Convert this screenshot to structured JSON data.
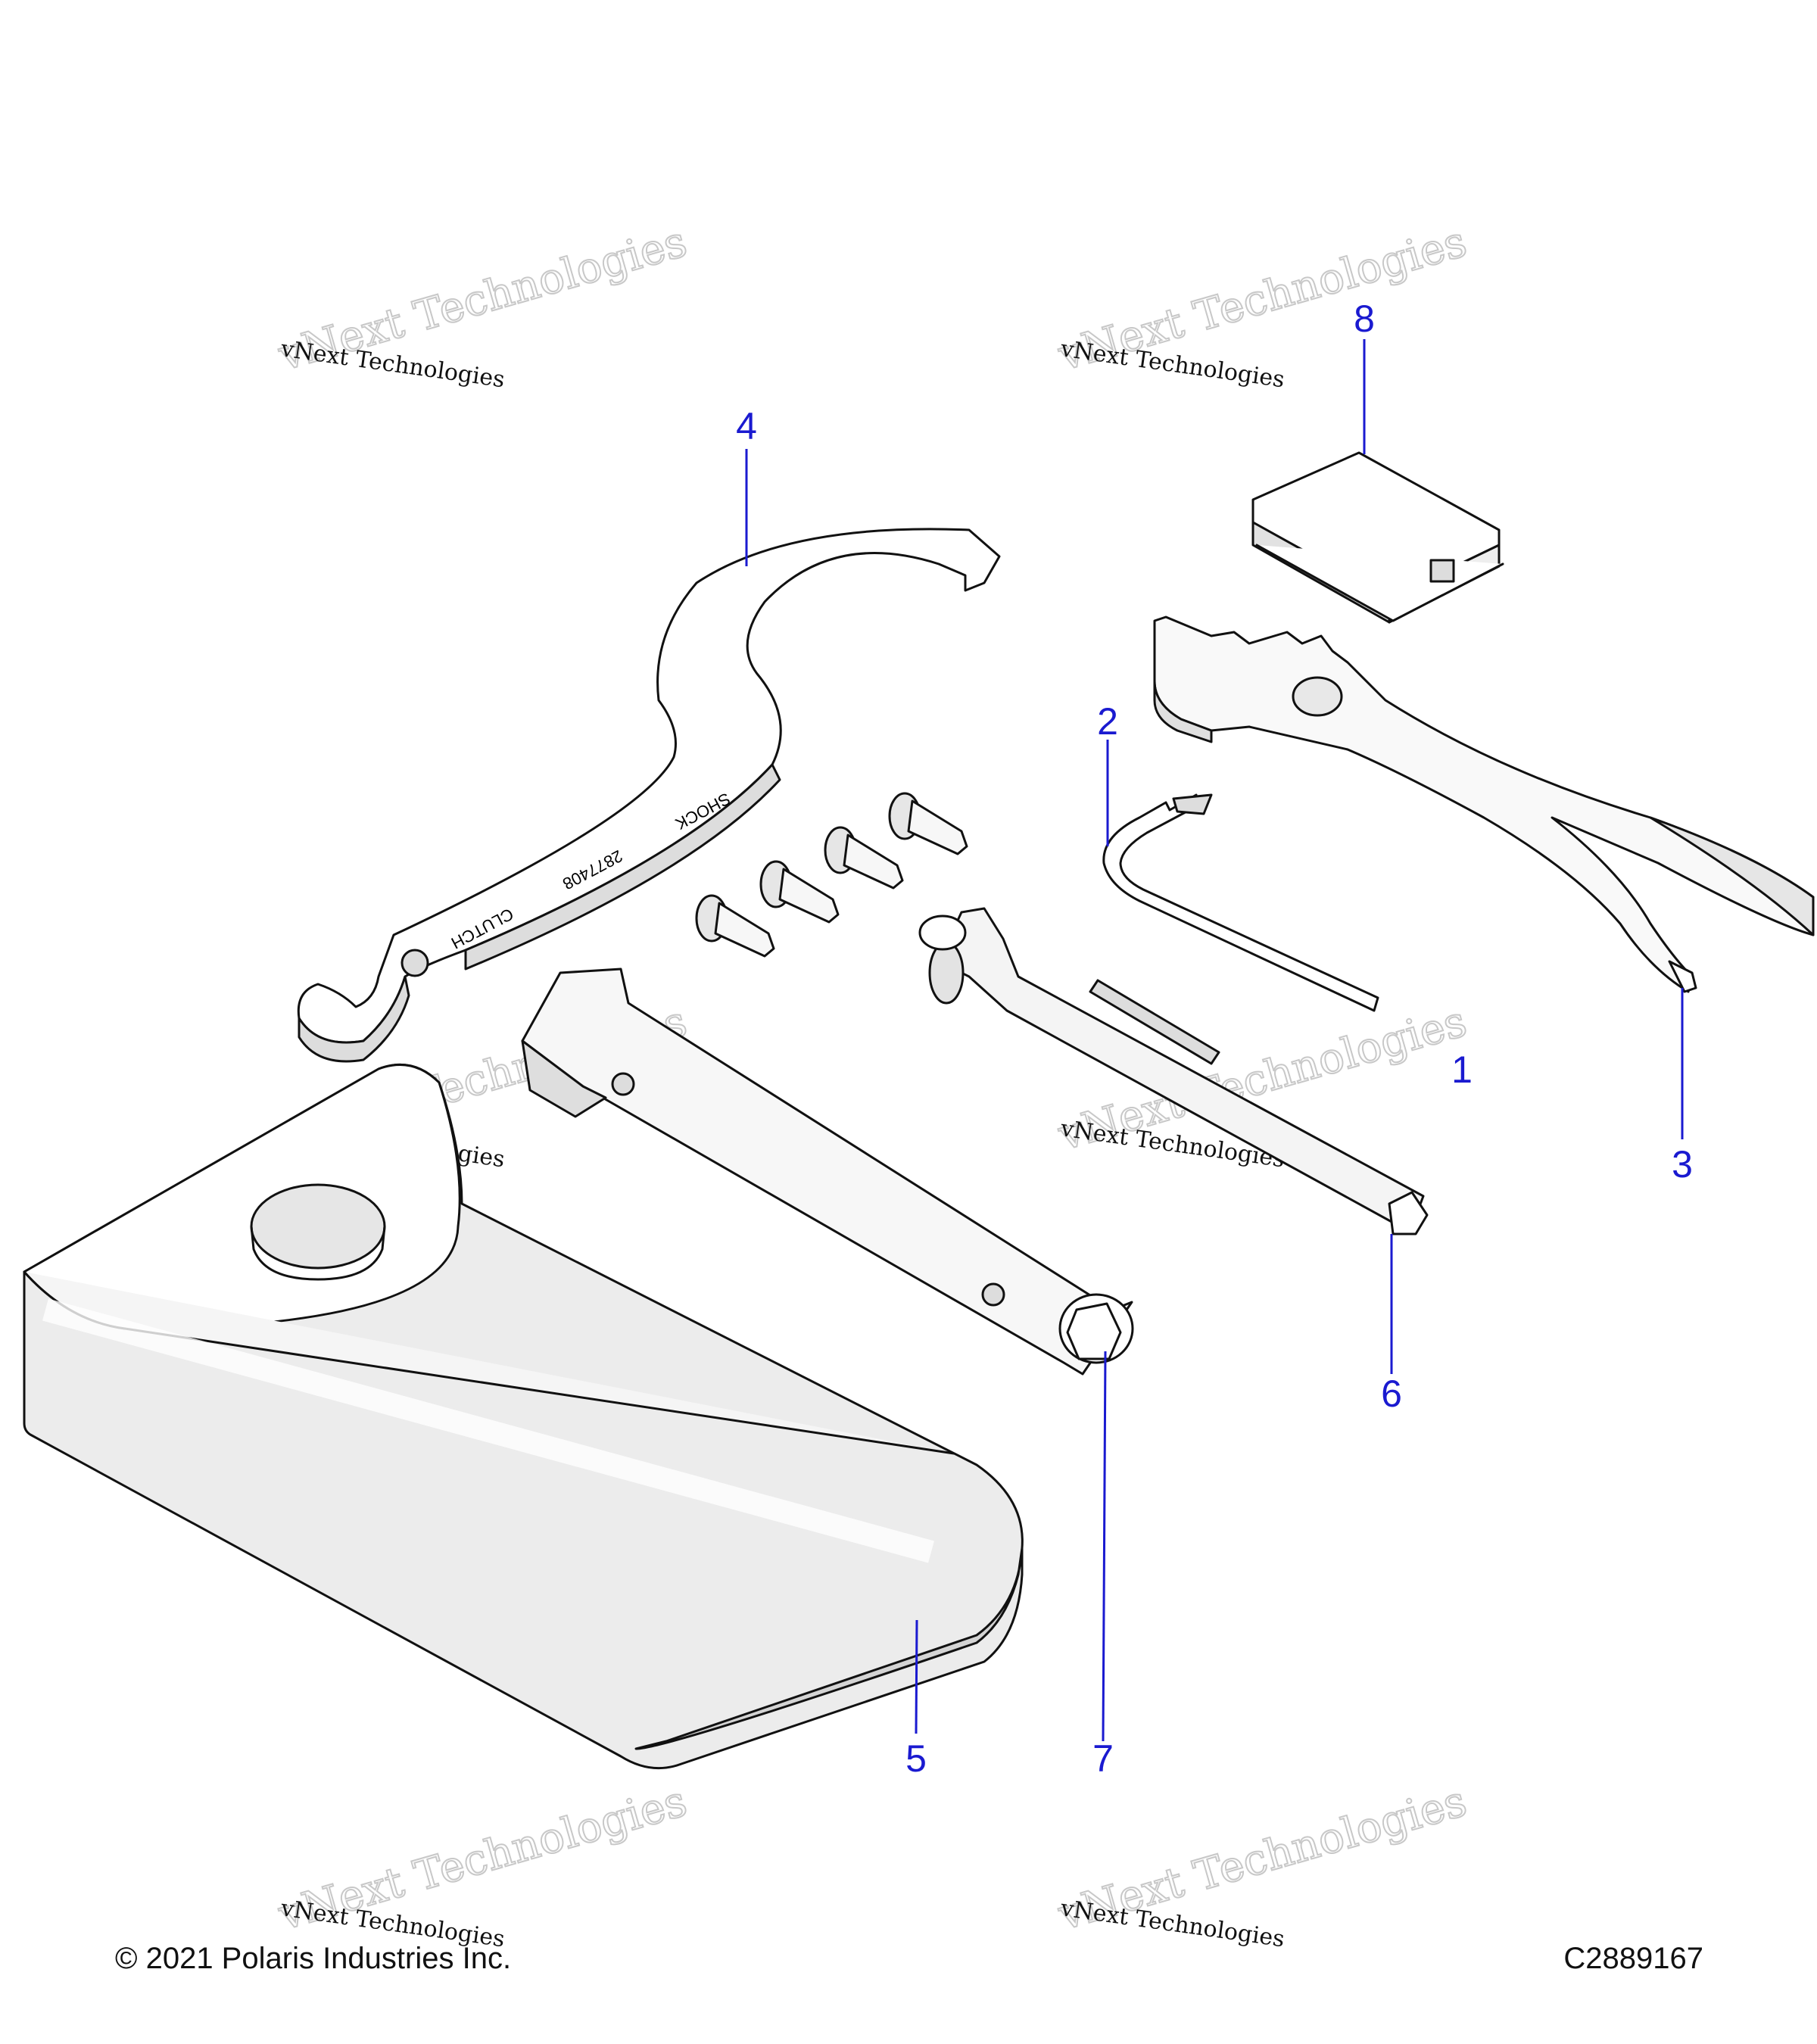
{
  "callouts": [
    "1",
    "2",
    "3",
    "4",
    "5",
    "6",
    "7",
    "8"
  ],
  "wrench_text": {
    "line1": "SHOCK",
    "line2": "2877408",
    "line3": "CLUTCH"
  },
  "watermark": {
    "small": "vNext Technologies",
    "big": "vNext\nTechnologies"
  },
  "footer": {
    "copyright": "© 2021 Polaris Industries Inc.",
    "drawing_id": "C2889167"
  },
  "colors": {
    "callout": "#1a1ad0",
    "line": "#111111",
    "shade": "#d9d9d9",
    "watermark": "#c8c8c8"
  }
}
